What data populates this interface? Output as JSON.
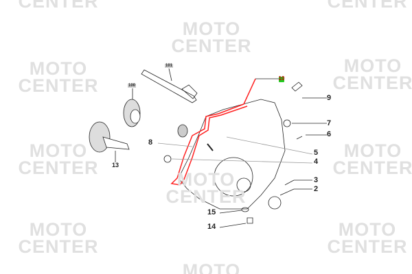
{
  "watermark": {
    "line1": "MOTO",
    "line2": "CENTER"
  },
  "callouts": {
    "c101": "101",
    "c100": "100",
    "c10": "10",
    "c9": "9",
    "c7": "7",
    "c6": "6",
    "c8": "8",
    "c5": "5",
    "c4": "4",
    "c13": "13",
    "c3": "3",
    "c2": "2",
    "c15": "15",
    "c14": "14"
  },
  "colors": {
    "highlight": "#ff2020",
    "hotspot": "#22cc22",
    "watermark": "#e0e0e0"
  }
}
